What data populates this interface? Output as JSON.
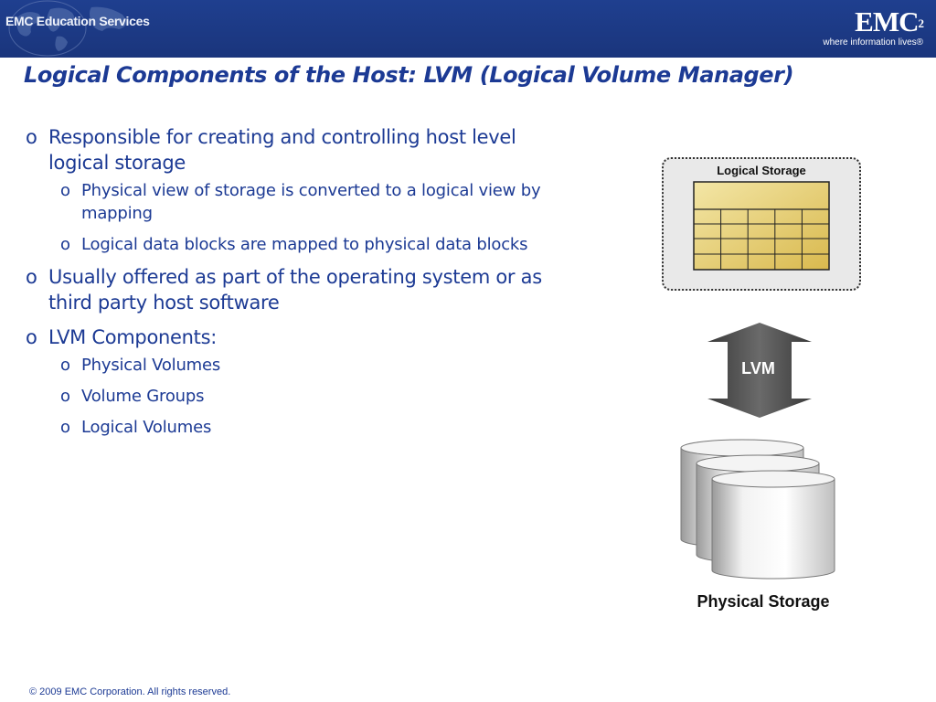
{
  "header": {
    "left_logo_text": "EMC Education Services",
    "brand": "EMC",
    "brand_superscript": "2",
    "tagline": "where information lives"
  },
  "title": "Logical Components of the Host: LVM (Logical Volume Manager)",
  "bullets": {
    "b1": "Responsible for creating and controlling host level logical storage",
    "b1_sub1": "Physical view of storage is converted to a logical view by mapping",
    "b1_sub2": "Logical data blocks are mapped to physical data blocks",
    "b2": "Usually offered as part of the operating system or as third party host software",
    "b3": "LVM Components:",
    "b3_sub1": "Physical Volumes",
    "b3_sub2": "Volume Groups",
    "b3_sub3": "Logical Volumes"
  },
  "diagram": {
    "logical_storage_label": "Logical Storage",
    "lvm_label": "LVM",
    "physical_storage_label": "Physical Storage"
  },
  "footer": "© 2009 EMC Corporation. All rights reserved."
}
